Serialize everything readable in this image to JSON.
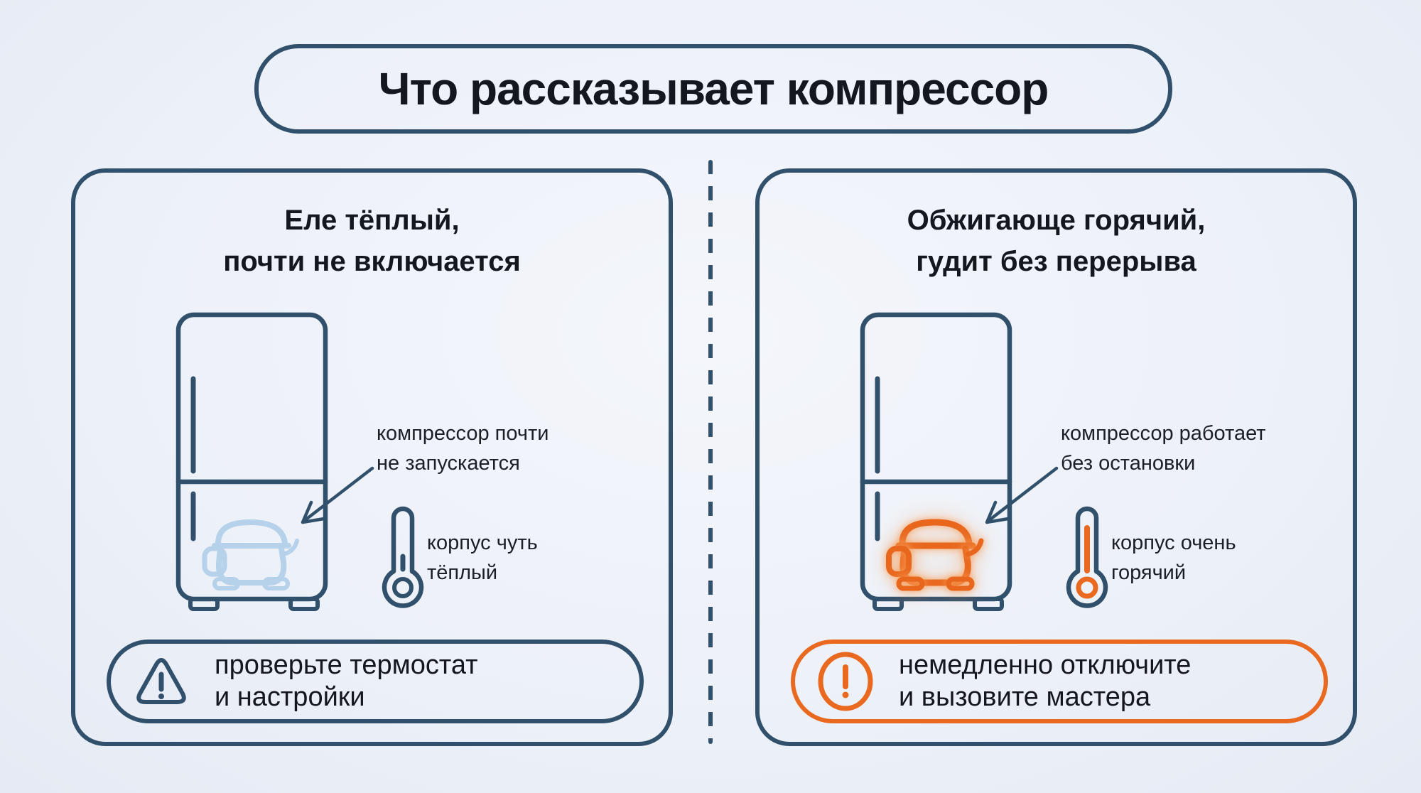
{
  "colors": {
    "background": "#edf1f8",
    "outline_slate": "#31506c",
    "alert_orange": "#e8691f",
    "compressor_cold_blue": "#b6d1ea",
    "text": "#14181e"
  },
  "title": "Что рассказывает компрессор",
  "left_panel": {
    "heading_line1": "Еле тёплый,",
    "heading_line2": "почти не включается",
    "callout_line1": "компрессор почти",
    "callout_line2": "не запускается",
    "thermo_line1": "корпус чуть",
    "thermo_line2": "тёплый",
    "warning_line1": "проверьте термостат",
    "warning_line2": "и настройки"
  },
  "right_panel": {
    "heading_line1": "Обжигающе горячий,",
    "heading_line2": "гудит без перерыва",
    "callout_line1": "компрессор работает",
    "callout_line2": "без остановки",
    "thermo_line1": "корпус очень",
    "thermo_line2": "горячий",
    "warning_line1": "немедленно отключите",
    "warning_line2": "и вызовите мастера"
  }
}
